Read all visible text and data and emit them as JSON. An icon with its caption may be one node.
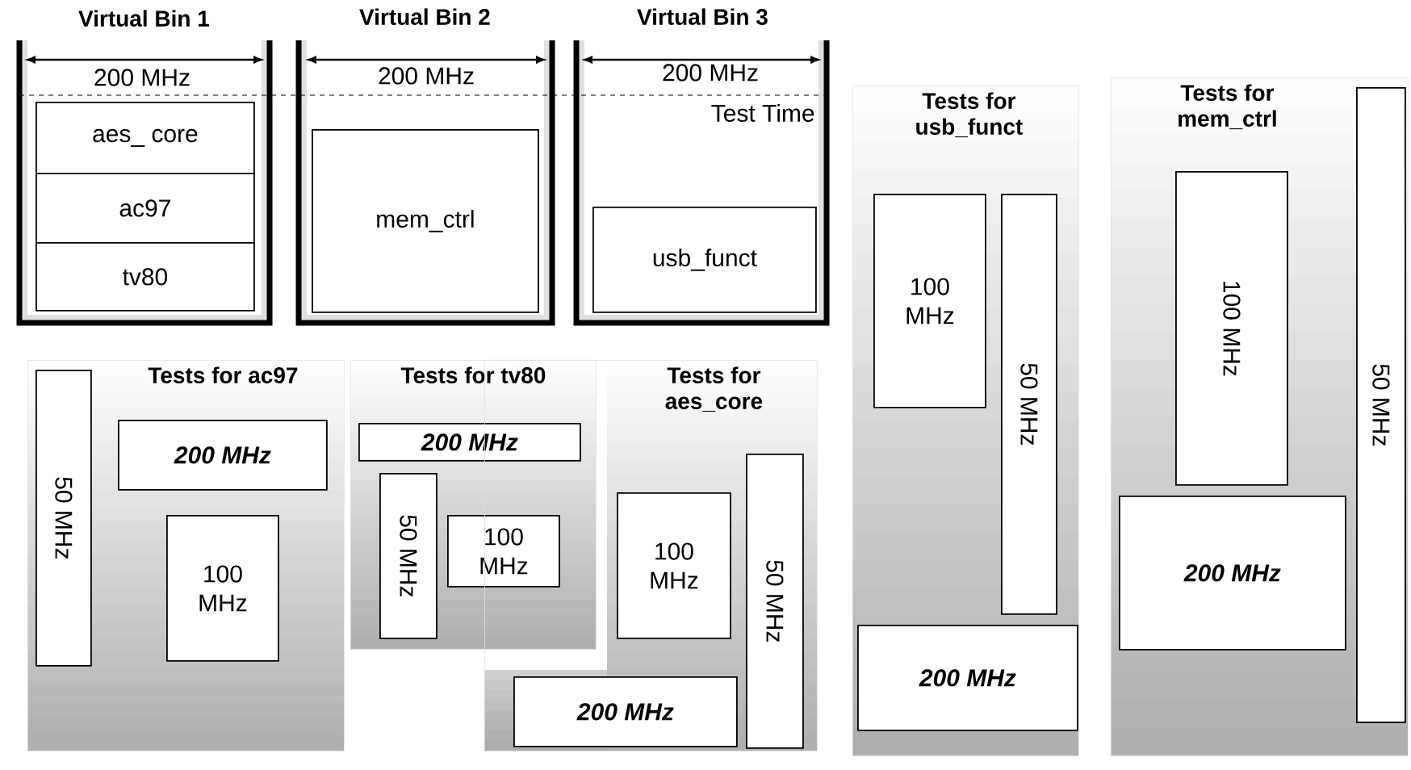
{
  "diagram": {
    "nodes": [
      {
        "text": [
          "Virtual Bin 1"
        ]
      },
      {
        "text": [
          "aes_ core"
        ],
        "in": 0
      },
      {
        "text": [
          "ac97"
        ],
        "in": 0
      },
      {
        "text": [
          "tv80"
        ],
        "in": 0
      },
      {
        "text": [
          "Virtual Bin 2"
        ]
      },
      {
        "text": [
          "mem_ctrl"
        ],
        "in": 4
      },
      {
        "text": [
          "Virtual Bin 3"
        ]
      },
      {
        "text": [
          "usb_funct"
        ],
        "in": 6
      },
      {
        "text": [
          "Tests for usb_funct"
        ]
      },
      {
        "text": [
          "100 MHz"
        ],
        "in": 8
      },
      {
        "text": [
          "50 MHz"
        ],
        "in": 8
      },
      {
        "text": [
          "200 MHz"
        ],
        "in": 8
      },
      {
        "text": [
          "Tests for mem_ctrl"
        ]
      },
      {
        "text": [
          "100 MHz"
        ],
        "in": 12
      },
      {
        "text": [
          "200 MHz"
        ],
        "in": 12
      },
      {
        "text": [
          "50 MHz"
        ],
        "in": 12
      },
      {
        "text": [
          "Tests for ac97"
        ]
      },
      {
        "text": [
          "50 MHz"
        ],
        "in": 16
      },
      {
        "text": [
          "200 MHz"
        ],
        "in": 16
      },
      {
        "text": [
          "100 MHz"
        ],
        "in": 16
      },
      {
        "text": [
          "Tests for tv80"
        ]
      },
      {
        "text": [
          "200 MHz"
        ],
        "in": 20
      },
      {
        "text": [
          "50 MHz"
        ],
        "in": 20
      },
      {
        "text": [
          "100 MHz"
        ],
        "in": 20
      },
      {
        "text": [
          "Tests for aes_core"
        ]
      },
      {
        "text": [
          "100 MHz"
        ],
        "in": 24
      },
      {
        "text": [
          "50 MHz"
        ],
        "in": 24
      },
      {
        "text": [
          "200 MHz"
        ],
        "in": 24
      }
    ],
    "labels": [
      "200 MHz",
      "200 MHz",
      "200 MHz",
      "Test Time"
    ]
  }
}
